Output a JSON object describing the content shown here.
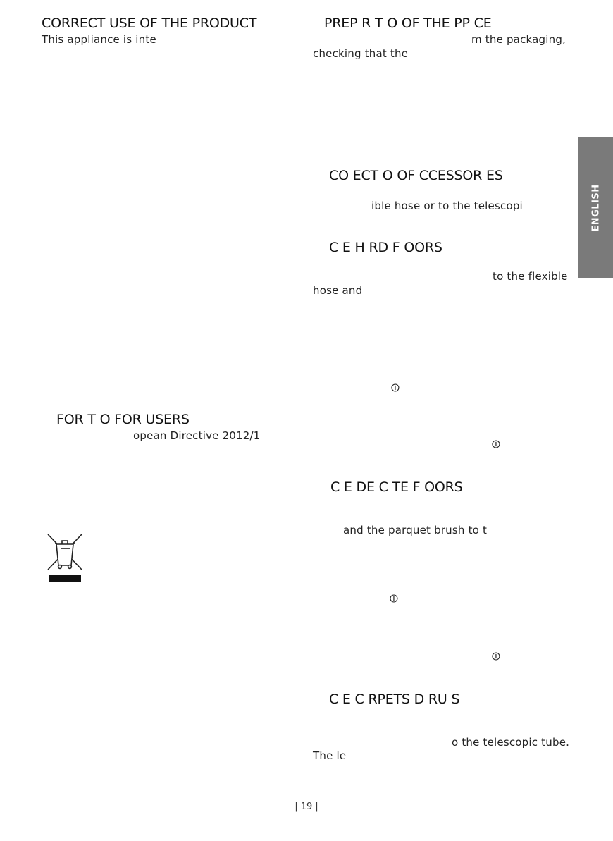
{
  "left": {
    "correct_use_heading": "CORRECT USE OF THE PRODUCT",
    "correct_use_text": "This  appliance  is  inte",
    "info_heading": "FOR      T O    FOR USERS",
    "info_text": "opean  Directive  2012/1"
  },
  "right": {
    "prep_heading": "PREP   R   T O    OF THE    PP        CE",
    "prep_text_1": "m the packaging,",
    "prep_text_2": "checking  that  the",
    "connect_heading": "CO      ECT O    OF    CCESSOR ES",
    "connect_text": "ible hose or to the telescopi",
    "hard_heading": "C  E              H   RD F   OORS",
    "hard_text_1": "to the flexible",
    "hard_text_2": "hose and",
    "power_symbol": "⏼",
    "delicate_heading": "C  E              DE    C   TE F   OORS",
    "delicate_text": "and  the  parquet  brush  to  t",
    "carpets_heading": "C  E              C   RPETS       D RU   S",
    "carpets_text_1": "o the telescopic tube.",
    "carpets_text_2": "The le"
  },
  "side_tab": "ENGLISH",
  "page_number": "| 19 |"
}
